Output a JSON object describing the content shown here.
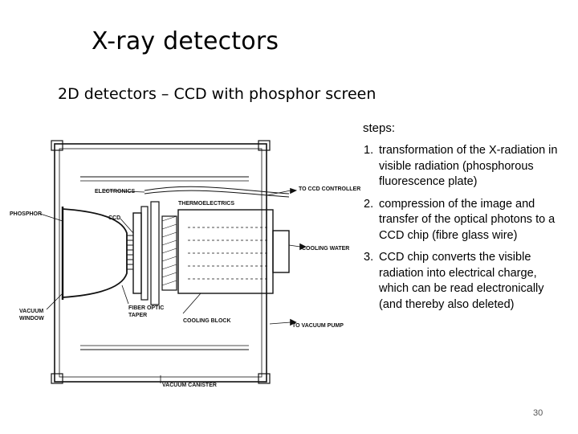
{
  "title": "X-ray detectors",
  "subtitle": "2D detectors – CCD with phosphor screen",
  "steps_heading": "steps:",
  "steps": [
    {
      "num": "1.",
      "text": "transformation of the X-radiation in visible radiation (phosphorous fluorescence plate)"
    },
    {
      "num": "2.",
      "text": "compression of the image and transfer of the optical photons to a CCD chip (fibre glass wire)"
    },
    {
      "num": "3.",
      "text": "CCD chip converts the visible radiation into electrical charge, which can be read electronically (and thereby also deleted)"
    }
  ],
  "diagram_labels": {
    "electronics": "ELECTRONICS",
    "thermoelectrics": "THERMOELECTRICS",
    "to_ccd_controller": "TO CCD CONTROLLER",
    "phosphor": "PHOSPHOR",
    "ccd": "CCD",
    "cooling_water": "COOLING WATER",
    "fiber_optic": "FIBER OPTIC",
    "taper": "TAPER",
    "vacuum": "VACUUM",
    "window": "WINDOW",
    "cooling_block": "COOLING BLOCK",
    "to_vacuum_pump": "TO VACUUM PUMP",
    "vacuum_canister": "VACUUM CANISTER"
  },
  "page_number": "30"
}
